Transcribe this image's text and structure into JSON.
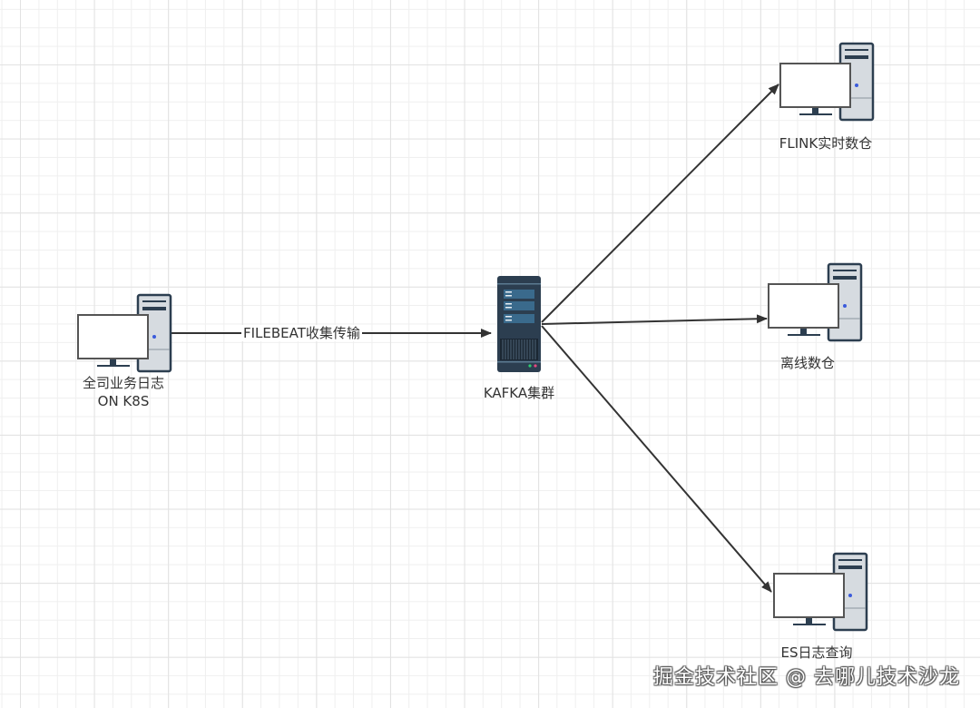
{
  "diagram": {
    "nodes": [
      {
        "id": "source",
        "type": "desktop-computer",
        "label_lines": [
          "全司业务日志",
          "ON K8S"
        ]
      },
      {
        "id": "kafka",
        "type": "server-rack",
        "label": "KAFKA集群"
      },
      {
        "id": "flink",
        "type": "desktop-computer",
        "label": "FLINK实时数仓"
      },
      {
        "id": "offline",
        "type": "desktop-computer",
        "label": "离线数仓"
      },
      {
        "id": "es",
        "type": "desktop-computer",
        "label": "ES日志查询"
      }
    ],
    "edges": [
      {
        "from": "source",
        "to": "kafka",
        "label": "FILEBEAT收集传输"
      },
      {
        "from": "kafka",
        "to": "flink",
        "label": ""
      },
      {
        "from": "kafka",
        "to": "offline",
        "label": ""
      },
      {
        "from": "kafka",
        "to": "es",
        "label": ""
      }
    ]
  },
  "watermark": "掘金技术社区 @ 去哪儿技术沙龙",
  "colors": {
    "edge": "#333333",
    "server_body": "#2c3e50",
    "server_panel": "#3a6a8c",
    "tower": "#d6dbe0",
    "tower_border": "#2c3e50",
    "power_dot": "#3b5bdb"
  }
}
